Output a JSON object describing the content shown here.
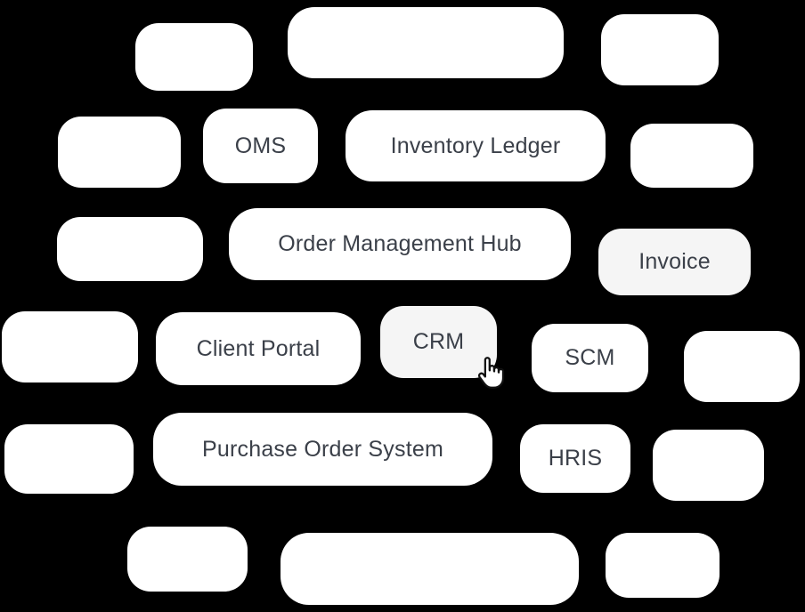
{
  "app": {
    "background": "#000000"
  },
  "colors": {
    "pill": "#ffffff",
    "pill_muted": "#f5f5f5",
    "label_text": "#3b4049"
  },
  "pills": {
    "oms": "OMS",
    "inventory_ledger": "Inventory Ledger",
    "order_management_hub": "Order Management Hub",
    "invoice": "Invoice",
    "client_portal": "Client Portal",
    "crm": "CRM",
    "scm": "SCM",
    "purchase_order_system": "Purchase Order System",
    "hris": "HRIS",
    "blank": ""
  },
  "icons": {
    "cursor": "hand-pointer-icon"
  }
}
